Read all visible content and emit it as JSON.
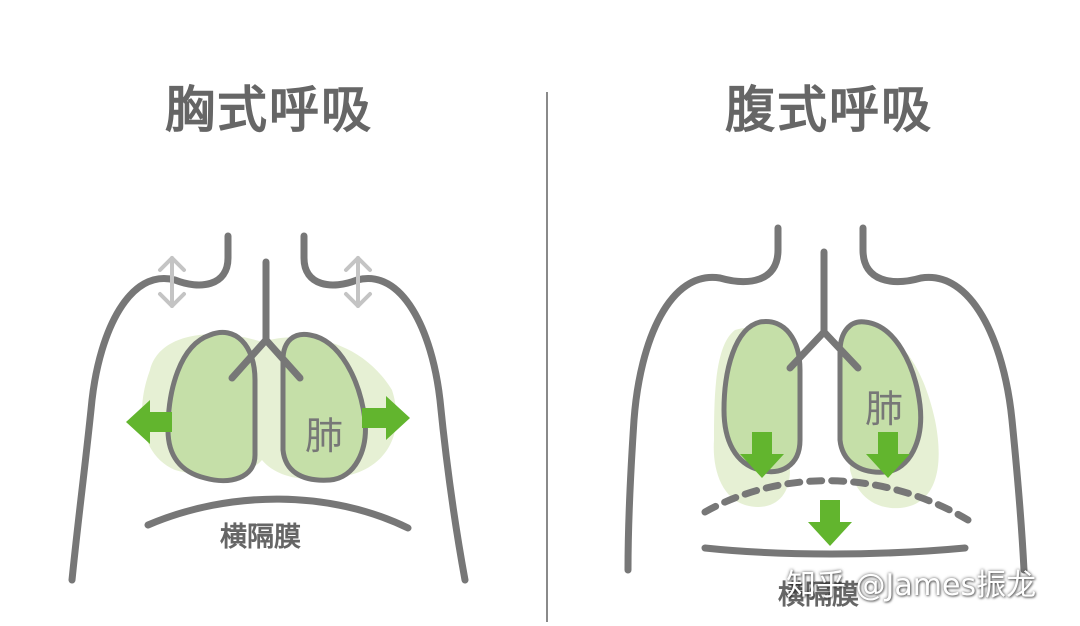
{
  "left_panel": {
    "title": "胸式呼吸",
    "lung_label": "肺",
    "diaphragm_label": "横隔膜"
  },
  "right_panel": {
    "title": "腹式呼吸",
    "lung_label": "肺",
    "diaphragm_label": "横隔膜"
  },
  "watermark": "知乎 @James振龙",
  "colors": {
    "outline": "#777777",
    "lung_fill": "#c5dfa8",
    "halo_fill": "#e6f0d4",
    "arrow_green": "#62b52e",
    "arrow_grey": "#c4c4c4",
    "title_text": "#666666"
  },
  "icons": {
    "expansion_arrow": "arrow-icon",
    "shoulder_arrow": "double-arrow-icon"
  }
}
